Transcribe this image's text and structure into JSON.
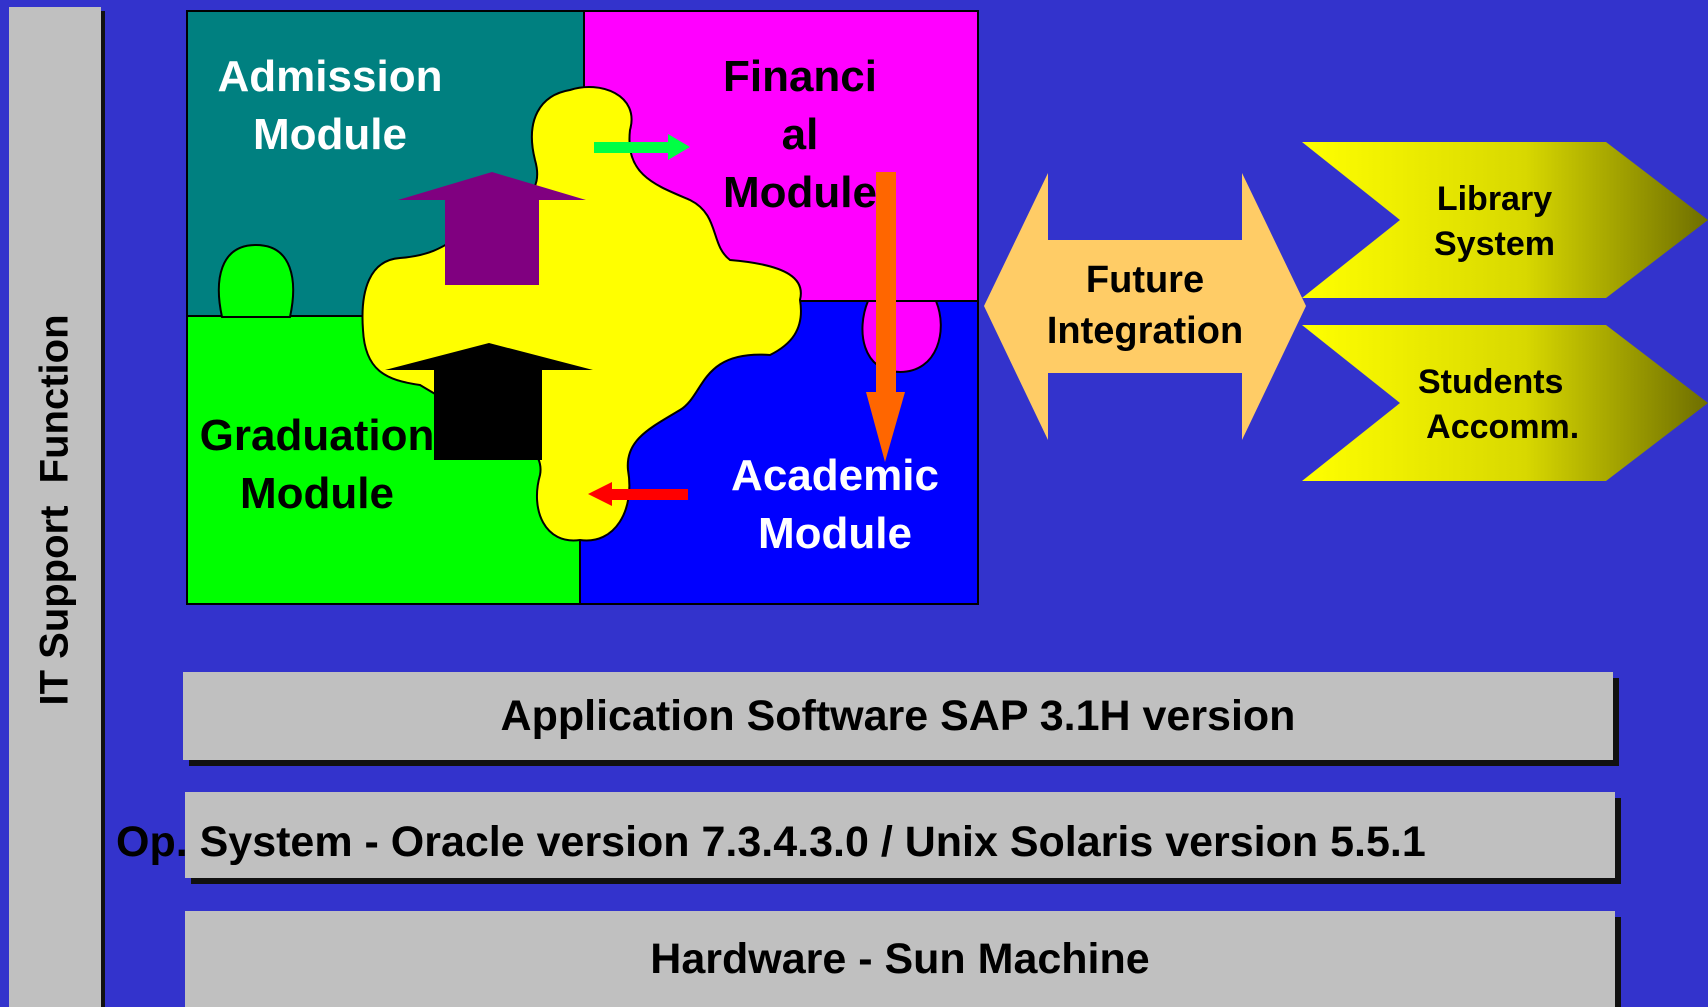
{
  "side_bar": {
    "label": "IT Support  Function"
  },
  "puzzle": {
    "admission": [
      "Admission",
      "Module"
    ],
    "financial": [
      "Financi",
      "al",
      "Module"
    ],
    "graduation": [
      "Graduation",
      "Module"
    ],
    "academic": [
      "Academic",
      "Module"
    ]
  },
  "future_integration": [
    "Future",
    "Integration"
  ],
  "systems": {
    "library": [
      "Library",
      "System"
    ],
    "students": [
      "Students",
      " Accomm."
    ]
  },
  "layers": {
    "application": "Application Software SAP 3.1H version",
    "os": "Op. System - Oracle version 7.3.4.3.0 / Unix Solaris version 5.5.1",
    "hardware": "Hardware - Sun Machine"
  },
  "colors": {
    "background": "#3333cc",
    "admission": "#008080",
    "financial": "#ff00ff",
    "graduation": "#00ff00",
    "academic": "#0000ff",
    "center_piece": "#ffff00",
    "future_arrow": "#ffcc66",
    "bars": "#c0c0c0"
  }
}
